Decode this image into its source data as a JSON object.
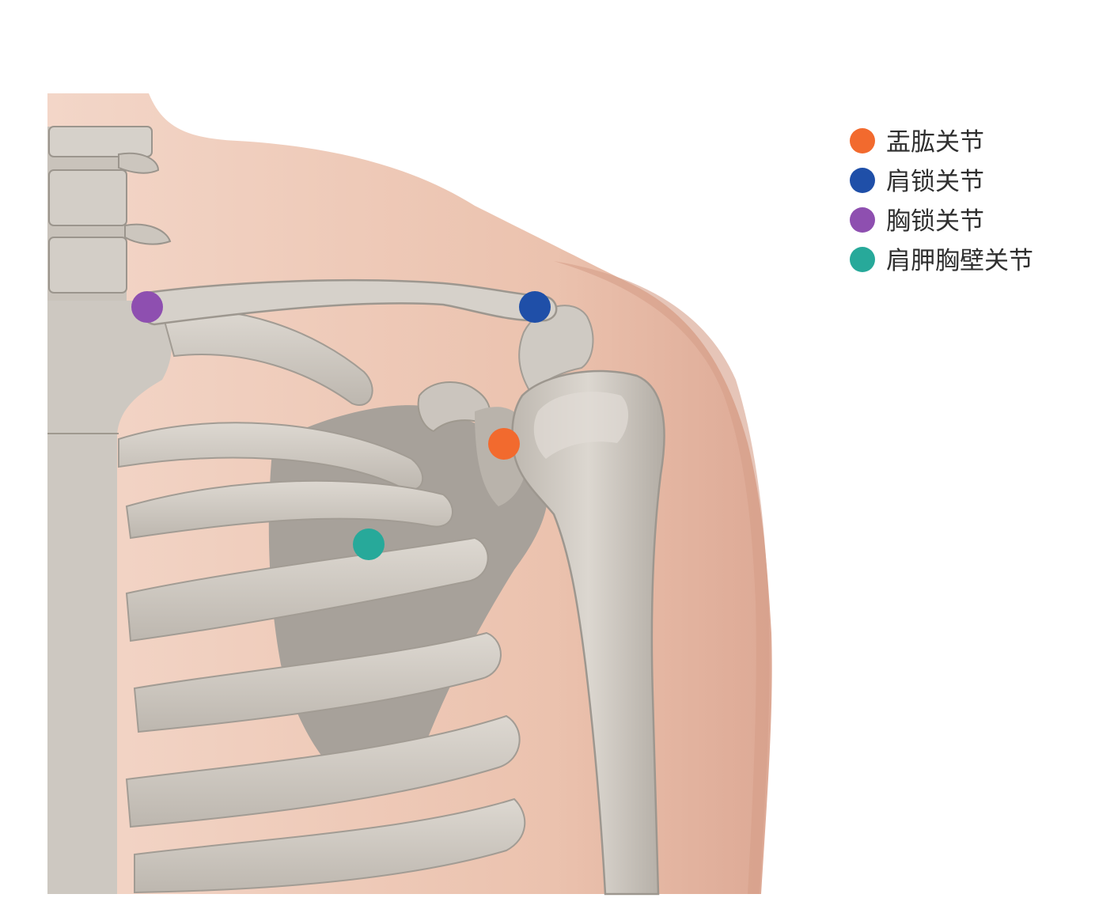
{
  "legend": [
    {
      "label": "盂肱关节",
      "color": "#F26A2E"
    },
    {
      "label": "肩锁关节",
      "color": "#1F4FA8"
    },
    {
      "label": "胸锁关节",
      "color": "#8E4FB0"
    },
    {
      "label": "肩胛胸壁关节",
      "color": "#27A99A"
    }
  ],
  "colors": {
    "skin": "#EBC2AE",
    "skin_edge": "#D9A48F",
    "bone": "#D3CEC7",
    "bone_shadow": "#A9A39B",
    "bone_dark": "#8F8982",
    "background": "#FFFFFF"
  }
}
